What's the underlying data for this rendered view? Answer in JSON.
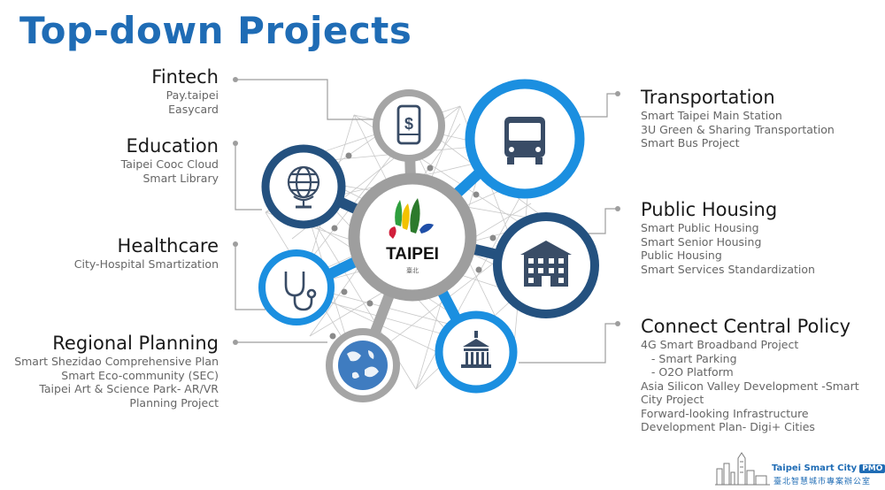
{
  "title": "Top-down Projects",
  "center": {
    "logo_text": "TAIPEI",
    "logo_subtext": "臺北"
  },
  "left_blocks": [
    {
      "heading": "Fintech",
      "lines": [
        "Pay.taipei",
        "Easycard"
      ]
    },
    {
      "heading": "Education",
      "lines": [
        "Taipei Cooc Cloud",
        "Smart Library"
      ]
    },
    {
      "heading": "Healthcare",
      "lines": [
        "City-Hospital Smartization"
      ]
    },
    {
      "heading": "Regional Planning",
      "lines": [
        "Smart Shezidao  Comprehensive Plan",
        "Smart Eco-community (SEC)",
        "Taipei Art & Science Park- AR/VR",
        "Planning Project"
      ]
    }
  ],
  "right_blocks": [
    {
      "heading": "Transportation",
      "lines": [
        "Smart Taipei Main Station",
        "3U Green & Sharing Transportation",
        "Smart Bus Project"
      ]
    },
    {
      "heading": "Public Housing",
      "lines": [
        "Smart Public Housing",
        "Smart Senior Housing",
        "Public Housing",
        "Smart Services Standardization"
      ]
    },
    {
      "heading": "Connect Central Policy",
      "lines": [
        "4G Smart Broadband Project",
        "   - Smart Parking",
        "   - O2O Platform",
        "Asia Silicon Valley Development -Smart",
        "City Project",
        "Forward-looking Infrastructure",
        "Development Plan- Digi+ Cities"
      ]
    }
  ],
  "nodes": [
    {
      "name": "fintech",
      "icon": "smartphone-dollar-icon",
      "ring": "gray"
    },
    {
      "name": "education",
      "icon": "globe-icon",
      "ring": "dark"
    },
    {
      "name": "healthcare",
      "icon": "stethoscope-icon",
      "ring": "bright"
    },
    {
      "name": "regional-planning",
      "icon": "map-icon",
      "ring": "gray"
    },
    {
      "name": "transportation",
      "icon": "bus-icon",
      "ring": "bright"
    },
    {
      "name": "public-housing",
      "icon": "building-icon",
      "ring": "dark"
    },
    {
      "name": "connect-central-policy",
      "icon": "government-building-icon",
      "ring": "bright"
    }
  ],
  "colors": {
    "title": "#1f6cb5",
    "ring_bright": "#1b8fe0",
    "ring_dark": "#24517f",
    "ring_gray": "#9e9e9e",
    "icon": "#394c66"
  },
  "footer": {
    "line1": "Taipei Smart City",
    "badge": "PMO",
    "line2": "臺北智慧城市專案辦公室"
  }
}
